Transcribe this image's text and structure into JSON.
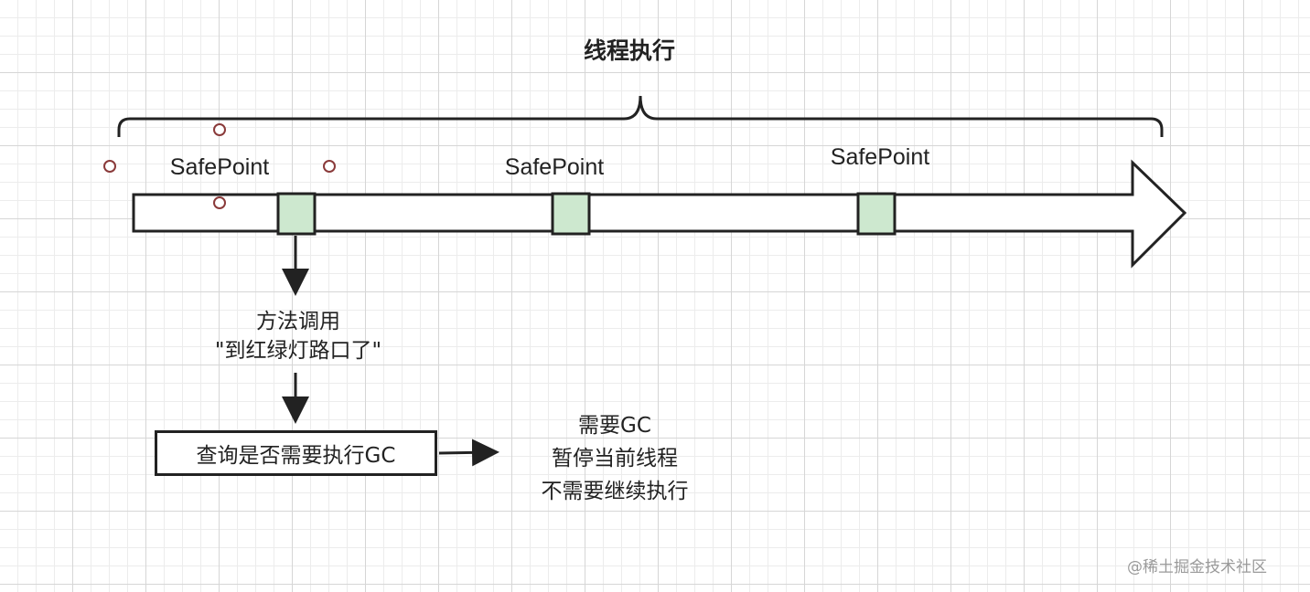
{
  "diagram": {
    "title": "线程执行",
    "safepoints": [
      {
        "label": "SafePoint"
      },
      {
        "label": "SafePoint"
      },
      {
        "label": "SafePoint"
      }
    ],
    "method_call": {
      "line1": "方法调用",
      "line2": "\"到红绿灯路口了\""
    },
    "query_box": {
      "label": "查询是否需要执行GC"
    },
    "result": {
      "line1": "需要GC",
      "line2": "暂停当前线程",
      "line3": "不需要继续执行"
    },
    "colors": {
      "stroke": "#222222",
      "safepoint_fill": "#cde8cf",
      "handle_circle": "#8a3a3a",
      "grid": "#d6d6d6"
    }
  },
  "watermark": {
    "text": "@稀土掘金技术社区"
  }
}
